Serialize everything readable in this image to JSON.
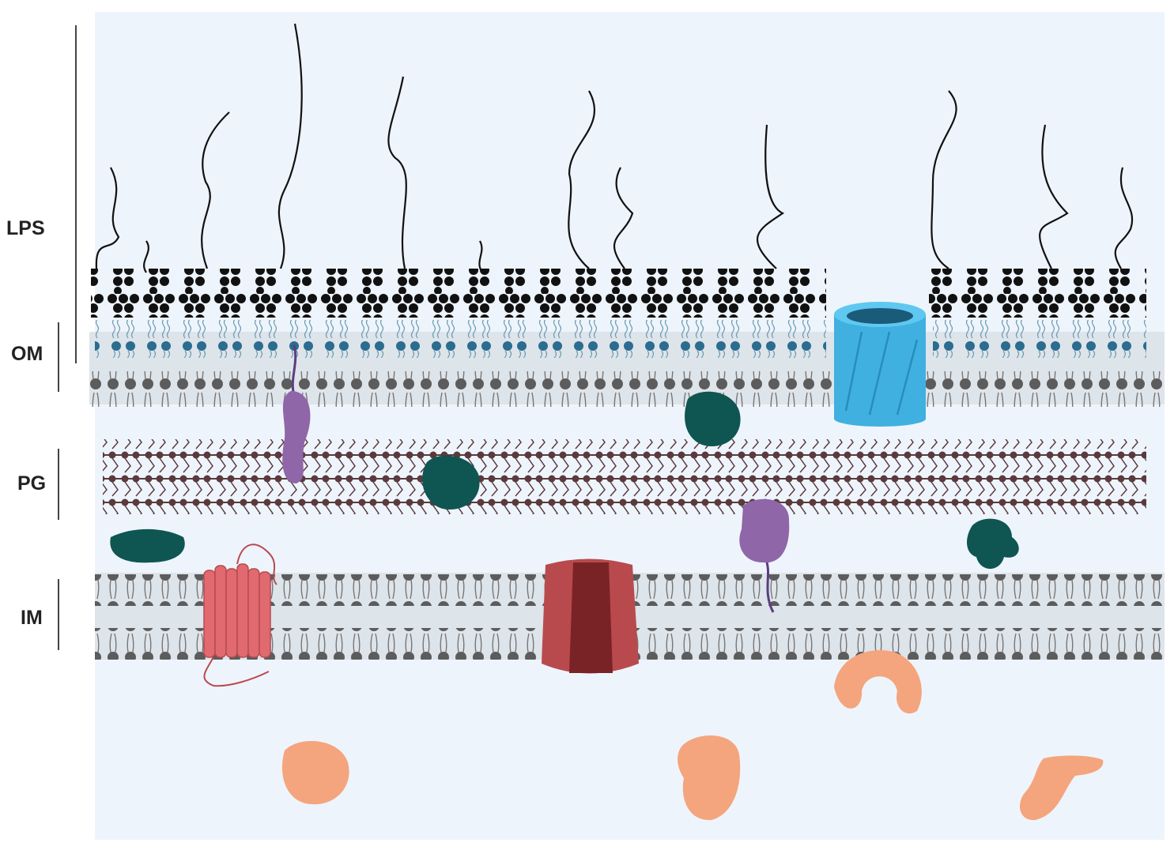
{
  "labels": {
    "lps": "LPS",
    "om": "OM",
    "pg": "PG",
    "im": "IM"
  },
  "colors": {
    "cytoplasm_bg": "#eef4fc",
    "membrane_band": "#dde4ea",
    "lipid_head": "#5c5c5c",
    "lps_core": "#111111",
    "lipid_a_head": "#2b6c8f",
    "peptidoglycan": "#5a3a3c",
    "porin": "#3fb0e0",
    "dark_teal_protein": "#0f5552",
    "purple_protein": "#8f66a8",
    "orange_protein": "#f4a57d",
    "red_transporter": "#b84a4e",
    "pink_receptor": "#e06a70"
  },
  "icons": [
    "porin-barrel-icon",
    "abc-transporter-icon",
    "seven-helix-receptor-icon",
    "globular-protein-icon",
    "lipoprotein-icon"
  ]
}
